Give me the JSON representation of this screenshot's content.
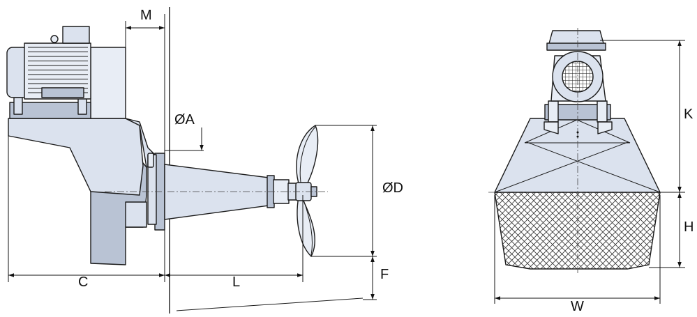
{
  "colors": {
    "body_fill": "#dbe2ee",
    "body_light": "#e8edf5",
    "body_dark": "#b9c3d4",
    "line": "#1a1a1a",
    "background": "#ffffff"
  },
  "side_view": {
    "labels": {
      "m": "M",
      "a": "ØA",
      "d": "ØD",
      "f": "F",
      "c": "C",
      "l": "L"
    }
  },
  "front_view": {
    "labels": {
      "k": "K",
      "h": "H",
      "w": "W"
    }
  }
}
